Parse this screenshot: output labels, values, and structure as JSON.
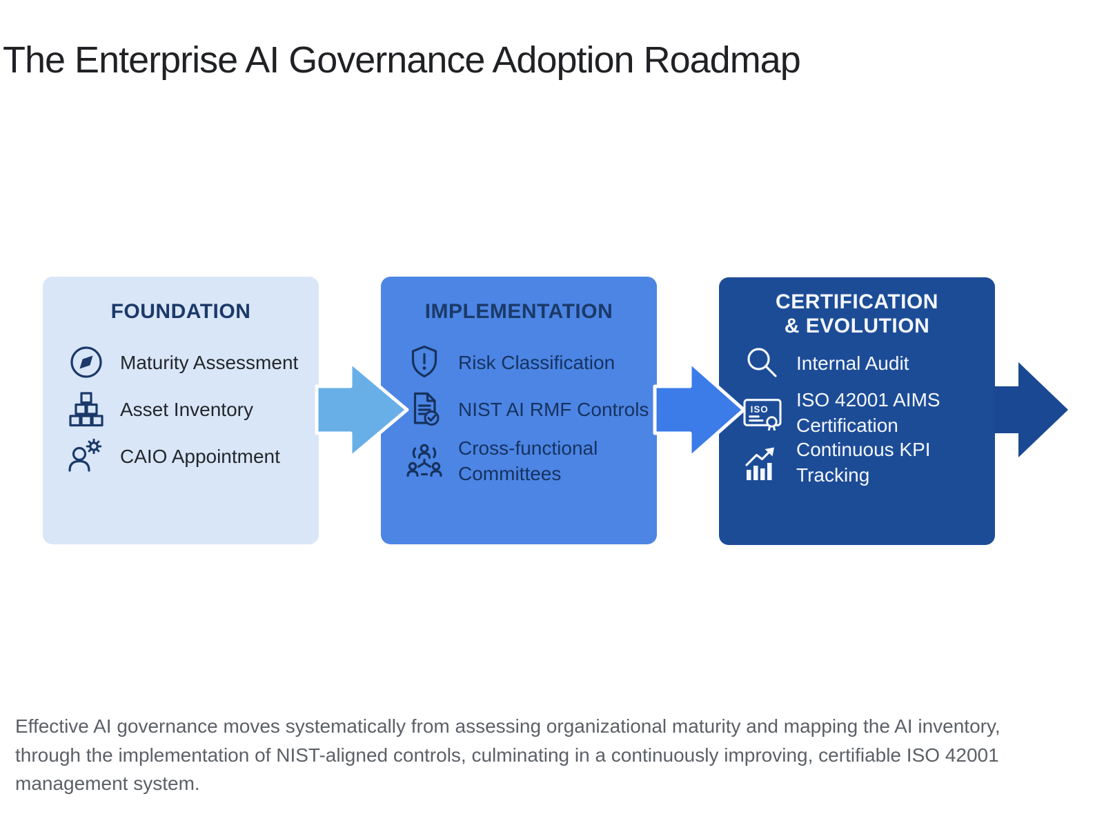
{
  "page": {
    "title": "The Enterprise AI Governance Adoption Roadmap",
    "caption": "Effective AI governance moves systematically from assessing organizational maturity and mapping the AI inventory, through the implementation of NIST-aligned controls, culminating in a continuously improving, certifiable ISO 42001 management system."
  },
  "palette": {
    "stage1_bg": "#d9e6f8",
    "stage2_bg": "#4c85e4",
    "stage3_bg": "#1d4c97",
    "arrow1": "#68afe8",
    "arrow2": "#3b7ce8",
    "arrow3": "#1a4892",
    "title_text": "#202124",
    "caption_text": "#5b6066",
    "navy_text": "#1b3969",
    "light_text": "#f4f8fd"
  },
  "stages": [
    {
      "title": "FOUNDATION",
      "bg": "#d9e6f8",
      "items": [
        {
          "icon": "compass-icon",
          "label": "Maturity Assessment"
        },
        {
          "icon": "blocks-icon",
          "label": "Asset Inventory"
        },
        {
          "icon": "person-gear-icon",
          "label": "CAIO Appointment"
        }
      ]
    },
    {
      "title": "IMPLEMENTATION",
      "bg": "#4c85e4",
      "items": [
        {
          "icon": "shield-alert-icon",
          "label": "Risk Classification"
        },
        {
          "icon": "document-check-icon",
          "label": "NIST AI RMF Controls"
        },
        {
          "icon": "committee-icon",
          "label": "Cross-functional\nCommittees"
        }
      ]
    },
    {
      "title": "CERTIFICATION\n& EVOLUTION",
      "bg": "#1d4c97",
      "items": [
        {
          "icon": "magnifier-icon",
          "label": "Internal Audit"
        },
        {
          "icon": "iso-certificate-icon",
          "label": "ISO 42001 AIMS\nCertification"
        },
        {
          "icon": "kpi-chart-icon",
          "label": "Continuous KPI\nTracking"
        }
      ]
    }
  ],
  "arrows": [
    {
      "name": "arrow-foundation-to-implementation",
      "color": "#68afe8"
    },
    {
      "name": "arrow-implementation-to-certification",
      "color": "#3b7ce8"
    },
    {
      "name": "arrow-continuation",
      "color": "#1a4892"
    }
  ]
}
